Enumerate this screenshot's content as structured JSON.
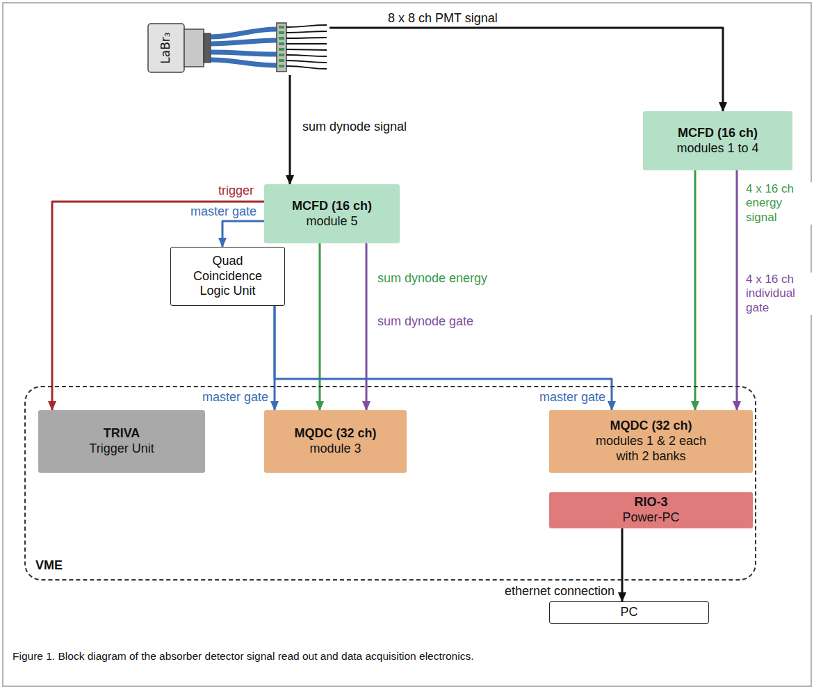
{
  "diagram": {
    "caption": "Figure 1. Block diagram of the absorber detector signal read out and data acquisition electronics.",
    "nodes": [
      {
        "text": [
          "LaBr₃"
        ]
      },
      {
        "text": [
          "MCFD (16 ch)",
          "module 5"
        ]
      },
      {
        "text": [
          "MCFD (16 ch)",
          "modules 1 to 4"
        ]
      },
      {
        "text": [
          "Quad Coincidence Logic Unit"
        ]
      },
      {
        "text": [
          "VME"
        ]
      },
      {
        "text": [
          "TRIVA",
          "Trigger Unit"
        ],
        "in": 4
      },
      {
        "text": [
          "MQDC (32 ch)",
          "module 3"
        ],
        "in": 4
      },
      {
        "text": [
          "MQDC (32 ch)",
          "modules 1 & 2 each with 2 banks"
        ],
        "in": 4
      },
      {
        "text": [
          "RIO-3",
          "Power-PC"
        ],
        "in": 4
      },
      {
        "text": [
          "PC"
        ]
      }
    ],
    "edges": [
      {
        "from": 0,
        "to": 2,
        "arrow": "to",
        "label": "8 x 8 ch PMT signal"
      },
      {
        "from": 0,
        "to": 1,
        "arrow": "to",
        "label": "sum dynode signal"
      },
      {
        "from": 1,
        "to": 5,
        "arrow": "to",
        "label": "trigger"
      },
      {
        "from": 1,
        "to": 3,
        "arrow": "to",
        "label": "master gate"
      },
      {
        "from": 1,
        "to": 6,
        "arrow": "to",
        "label": "sum dynode energy"
      },
      {
        "from": 1,
        "to": 6,
        "arrow": "to",
        "label": "sum dynode gate"
      },
      {
        "from": 3,
        "to": 6,
        "arrow": "to",
        "label": "master gate"
      },
      {
        "from": 3,
        "to": 7,
        "arrow": "to",
        "label": "master gate"
      },
      {
        "from": 2,
        "to": 7,
        "arrow": "to",
        "label": "4 x 16 ch energy signal"
      },
      {
        "from": 2,
        "to": 7,
        "arrow": "to",
        "label": "4 x 16 ch individual gate"
      },
      {
        "from": 8,
        "to": 9,
        "arrow": "to",
        "label": "ethernet connection"
      }
    ]
  }
}
